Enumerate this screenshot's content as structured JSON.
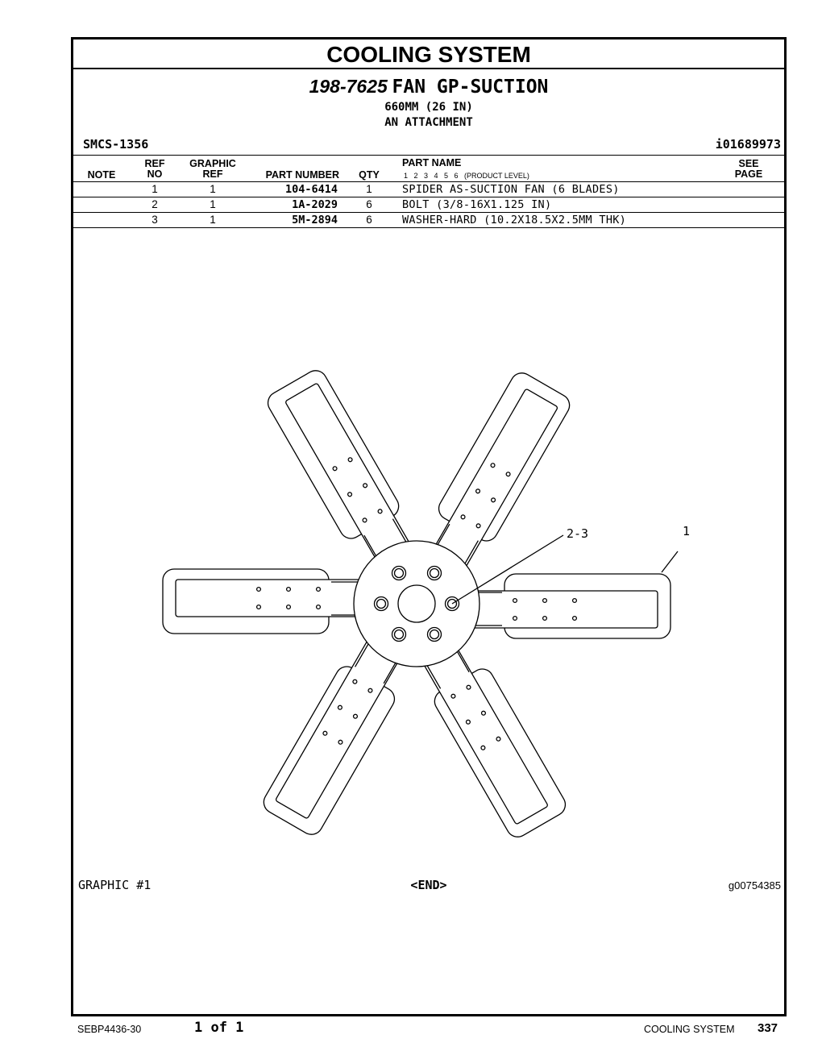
{
  "header": {
    "section_title": "COOLING SYSTEM",
    "group_part_number": "198-7625",
    "group_name": "FAN GP-SUCTION",
    "subtitle_1": "660MM (26 IN)",
    "subtitle_2": "AN ATTACHMENT",
    "smcs": "SMCS-1356",
    "doc_id": "i01689973"
  },
  "table": {
    "headers": {
      "note": "NOTE",
      "ref_line1": "REF",
      "ref_line2": "NO",
      "graphic_line1": "GRAPHIC",
      "graphic_line2": "REF",
      "part_number": "PART NUMBER",
      "qty": "QTY",
      "part_name": "PART NAME",
      "product_levels": "1   2   3   4   5   6   (PRODUCT LEVEL)",
      "see_line1": "SEE",
      "see_line2": "PAGE"
    },
    "rows": [
      {
        "ref": "1",
        "graphic": "1",
        "part_number": "104-6414",
        "qty": "1",
        "name": "SPIDER AS-SUCTION FAN (6 BLADES)"
      },
      {
        "ref": "2",
        "graphic": "1",
        "part_number": "1A-2029",
        "qty": "6",
        "name": "BOLT (3/8-16X1.125 IN)"
      },
      {
        "ref": "3",
        "graphic": "1",
        "part_number": "5M-2894",
        "qty": "6",
        "name": "WASHER-HARD (10.2X18.5X2.5MM THK)"
      }
    ]
  },
  "illustration": {
    "callout_bolts": "2-3",
    "callout_spider": "1"
  },
  "graphic_footer": {
    "label": "GRAPHIC #1",
    "end": "<END>",
    "graphic_id": "g00754385"
  },
  "footer": {
    "doc": "SEBP4436-30",
    "pages": "1 of 1",
    "section": "COOLING SYSTEM",
    "page_number": "337"
  }
}
